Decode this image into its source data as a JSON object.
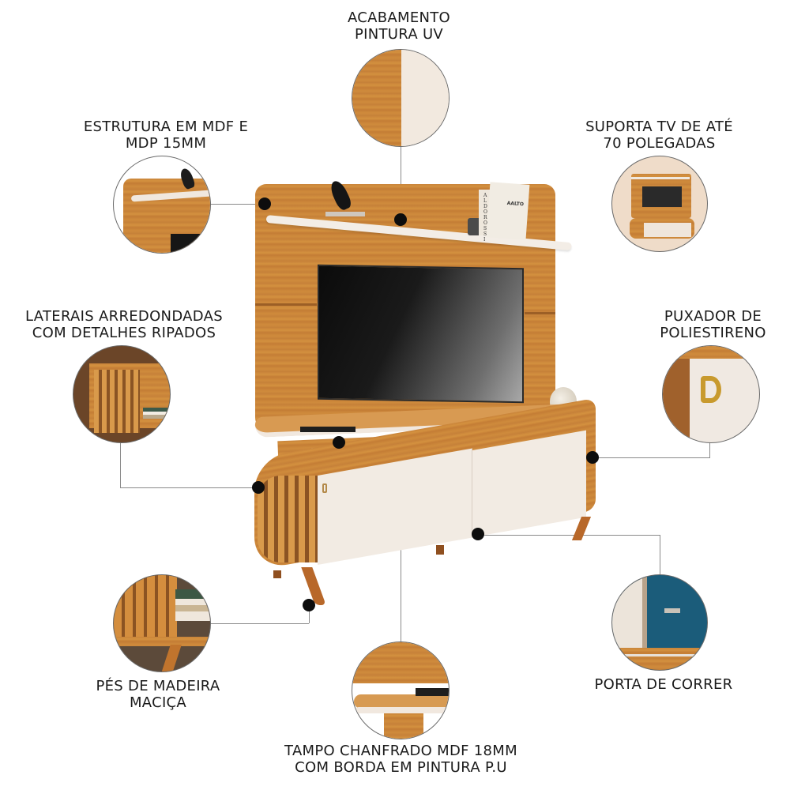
{
  "features": [
    {
      "id": "acabamento",
      "lines": [
        "ACABAMENTO",
        "PINTURA UV"
      ]
    },
    {
      "id": "estrutura",
      "lines": [
        "ESTRUTURA EM MDF E",
        "MDP 15MM"
      ]
    },
    {
      "id": "suporta-tv",
      "lines": [
        "SUPORTA TV DE ATÉ",
        "70 POLEGADAS"
      ]
    },
    {
      "id": "laterais",
      "lines": [
        "LATERAIS ARREDONDADAS",
        "COM DETALHES RIPADOS"
      ]
    },
    {
      "id": "puxador",
      "lines": [
        "PUXADOR DE",
        "POLIESTIRENO"
      ]
    },
    {
      "id": "pes",
      "lines": [
        "PÉS DE MADEIRA",
        "MACIÇA"
      ]
    },
    {
      "id": "porta",
      "lines": [
        "PORTA DE CORRER"
      ]
    },
    {
      "id": "tampo",
      "lines": [
        "TAMPO CHANFRADO MDF 18MM",
        "COM BORDA EM PINTURA P.U"
      ]
    }
  ],
  "product": {
    "shelf_book_text": "AALTO",
    "book_spine_text": "A L D O R O S S I"
  },
  "colors": {
    "wood": "#c98a3e",
    "cream": "#efe6dc",
    "tv": "#1b1b1b",
    "dot": "#0d0d0d",
    "line": "#8a8a8a",
    "text": "#1a1a1a"
  }
}
